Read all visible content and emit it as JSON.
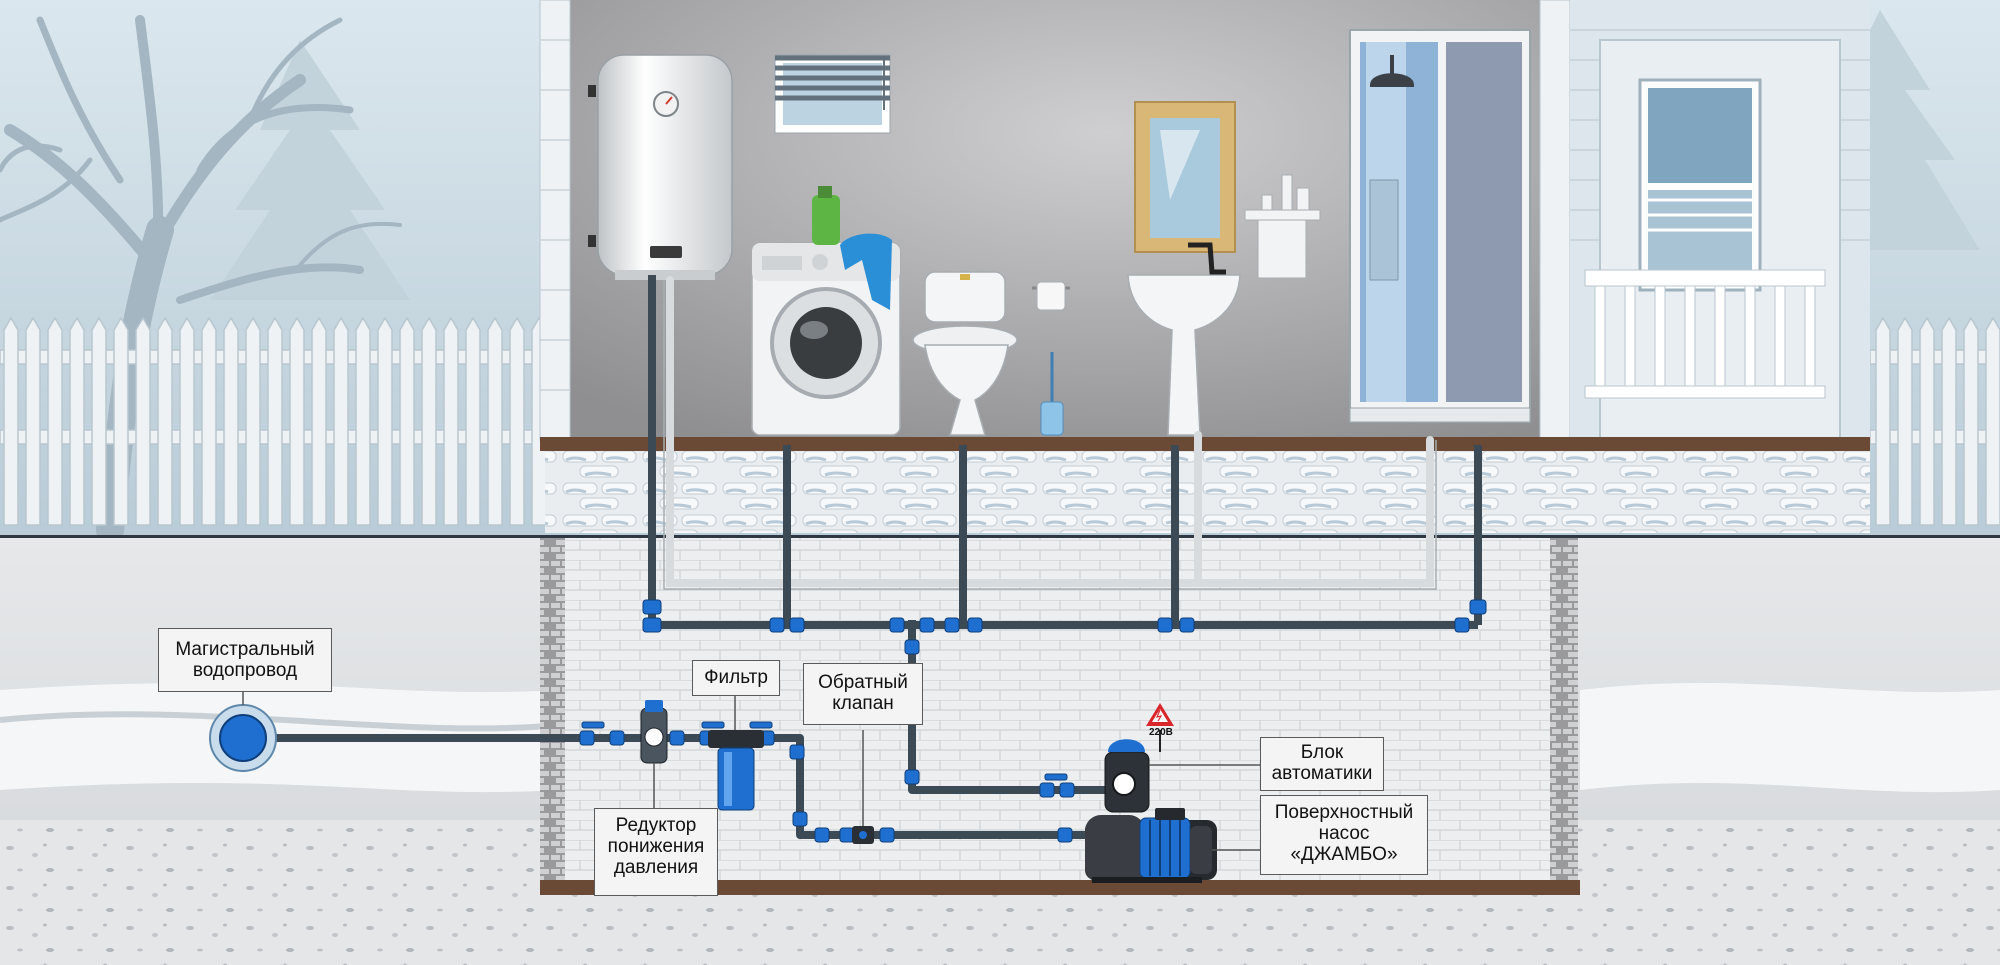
{
  "labels": {
    "main_water": "Магистральный\nводопровод",
    "filter": "Фильтр",
    "check_valve": "Обратный\nклапан",
    "pressure_reducer": "Редуктор\nпонижения\nдавления",
    "control_unit": "Блок\nавтоматики",
    "pump": "Поверхностный\nнасос\n«ДЖАМБО»",
    "voltage": "220В"
  },
  "colors": {
    "pipe": "#3c4a56",
    "fitting": "#1f6fd1",
    "wall": "#a8a8aa",
    "floor_beam": "#6b4a35",
    "sky": "#c9d9e2",
    "ground": "#d9dcdf"
  }
}
